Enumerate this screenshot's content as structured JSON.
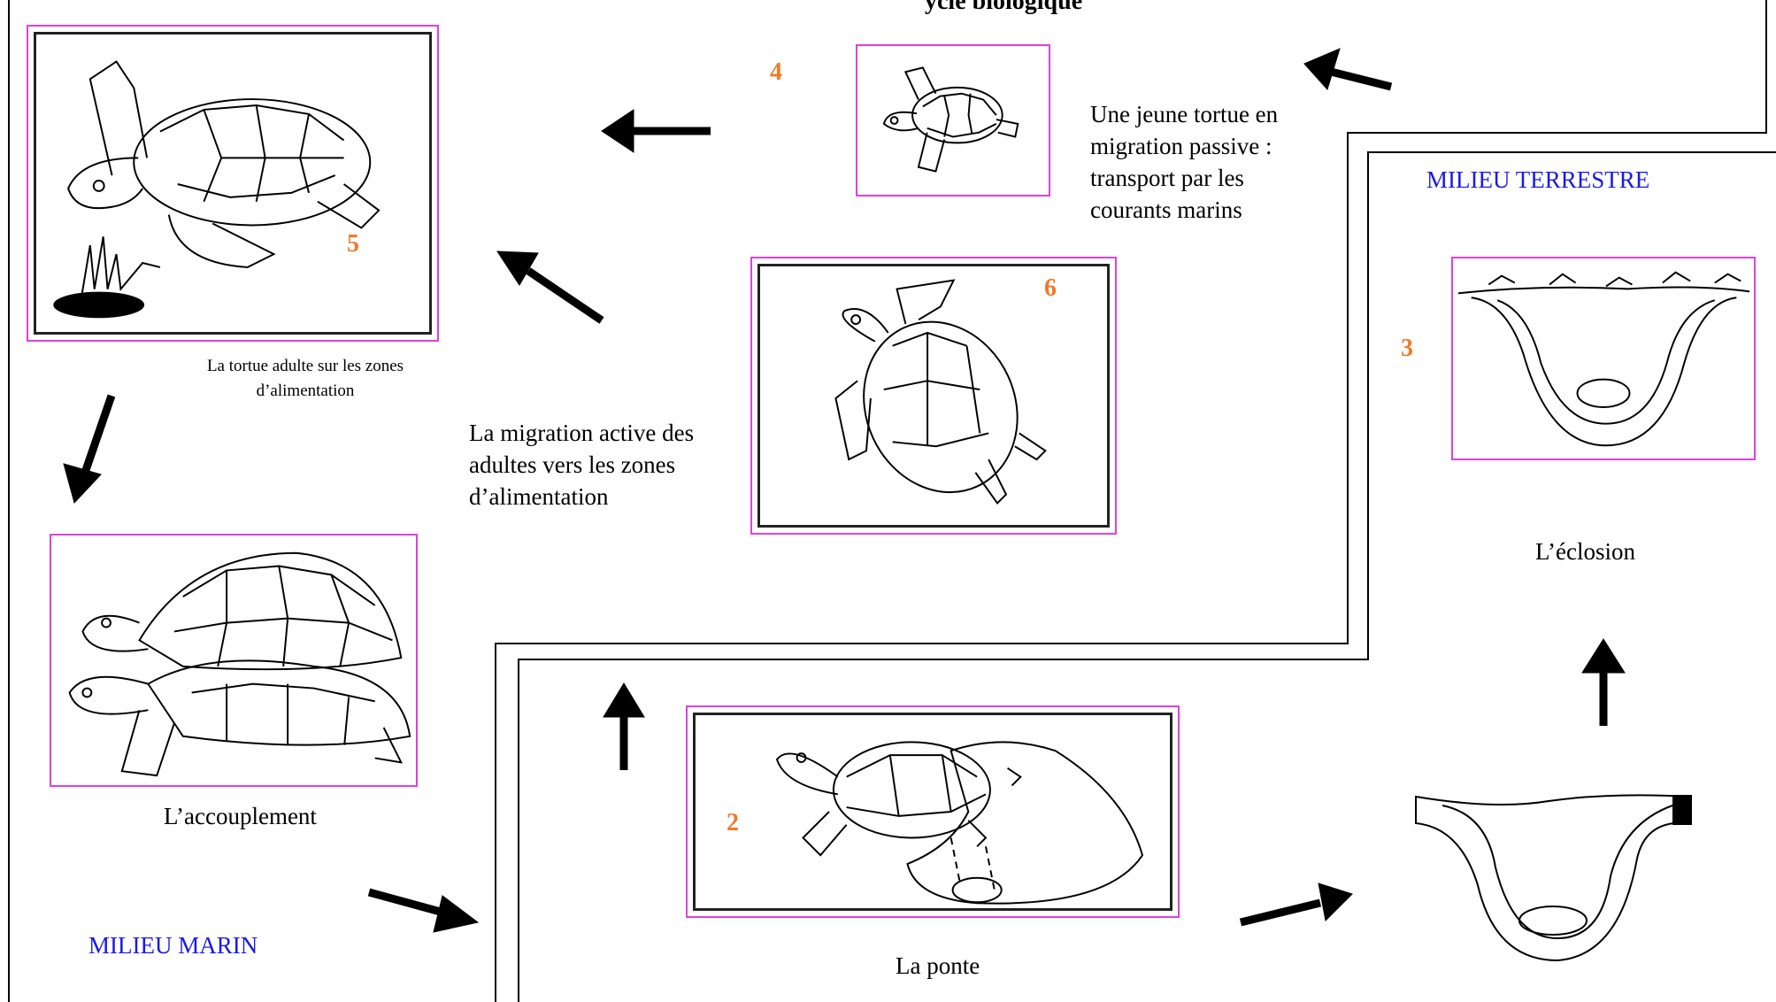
{
  "title_fragment": "ycle biologique",
  "environments": {
    "marine": "MILIEU MARIN",
    "terrestrial": "MILIEU TERRESTRE"
  },
  "stages": {
    "adult_feeding": {
      "number": "5",
      "caption": "La tortue adulte sur les zones d’alimentation"
    },
    "juvenile": {
      "number": "4",
      "caption": "Une jeune tortue en migration passive : transport par les courants marins"
    },
    "adult_migration": {
      "number": "6",
      "caption": "La migration active des adultes vers les zones d’alimentation"
    },
    "mating": {
      "number": "",
      "caption": "L’accouplement"
    },
    "laying": {
      "number": "2",
      "caption": "La ponte"
    },
    "hatching": {
      "number": "3",
      "caption": "L’éclosion"
    }
  },
  "colors": {
    "frame_border": "#e040e0",
    "stage_number": "#f07a28",
    "environment_label": "#1a1ae6",
    "arrow": "#000000"
  }
}
